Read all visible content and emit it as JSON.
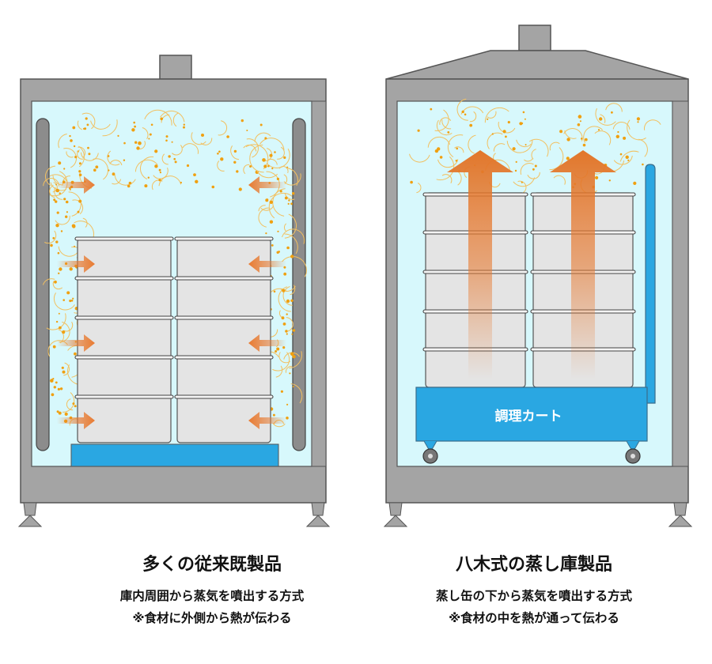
{
  "left_panel": {
    "title": "多くの従来既製品",
    "subtitle": "庫内周囲から蒸気を噴出する方式",
    "note": "※食材に外側から熱が伝わる"
  },
  "right_panel": {
    "title": "八木式の蒸し庫製品",
    "subtitle": "蒸し缶の下から蒸気を噴出する方式",
    "note": "※食材の中を熱が通って伝わる",
    "cart_label": "調理カート"
  },
  "colors": {
    "cabinet": "#a4a4a4",
    "chamber": "#d7f8fc",
    "steam_dot": "#f0a010",
    "steam_line": "#f2c060",
    "pot": "#e4e4e4",
    "blue": "#2aa7e2",
    "arrow": "#e87a30"
  },
  "icons": [
    "steam-arrow-icon",
    "cart-wheel-icon"
  ]
}
